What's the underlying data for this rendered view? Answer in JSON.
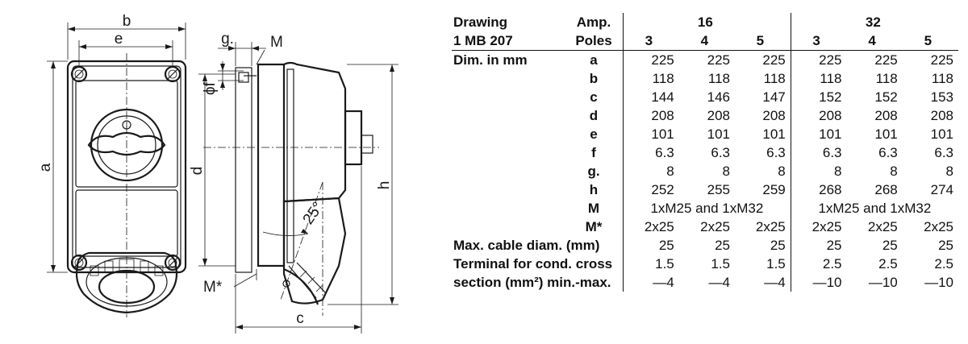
{
  "drawing": {
    "dimension_labels": {
      "a": "a",
      "b": "b",
      "c": "c",
      "d": "d",
      "e": "e",
      "f": "ϕf",
      "g": "g.",
      "h": "h",
      "M": "M",
      "M_star": "M*",
      "angle": "25°"
    }
  },
  "table": {
    "header": {
      "drawing_label": "Drawing",
      "drawing_number": "1 MB 207",
      "amp_label": "Amp.",
      "poles_label": "Poles",
      "amp_groups": [
        "16",
        "32"
      ],
      "poles": [
        "3",
        "4",
        "5",
        "3",
        "4",
        "5"
      ]
    },
    "dim_label": "Dim. in mm",
    "rows": [
      {
        "key": "a",
        "values": [
          "225",
          "225",
          "225",
          "225",
          "225",
          "225"
        ]
      },
      {
        "key": "b",
        "values": [
          "118",
          "118",
          "118",
          "118",
          "118",
          "118"
        ]
      },
      {
        "key": "c",
        "values": [
          "144",
          "146",
          "147",
          "152",
          "152",
          "153"
        ]
      },
      {
        "key": "d",
        "values": [
          "208",
          "208",
          "208",
          "208",
          "208",
          "208"
        ]
      },
      {
        "key": "e",
        "values": [
          "101",
          "101",
          "101",
          "101",
          "101",
          "101"
        ]
      },
      {
        "key": "f",
        "values": [
          "6.3",
          "6.3",
          "6.3",
          "6.3",
          "6.3",
          "6.3"
        ]
      },
      {
        "key": "g.",
        "values": [
          "8",
          "8",
          "8",
          "8",
          "8",
          "8"
        ]
      },
      {
        "key": "h",
        "values": [
          "252",
          "255",
          "259",
          "268",
          "268",
          "274"
        ]
      },
      {
        "key": "M",
        "merged": [
          "1xM25 and 1xM32",
          "1xM25 and 1xM32"
        ]
      },
      {
        "key": "M*",
        "values": [
          "2x25",
          "2x25",
          "2x25",
          "2x25",
          "2x25",
          "2x25"
        ]
      }
    ],
    "cable_row": {
      "label": "Max. cable diam. (mm)",
      "values": [
        "25",
        "25",
        "25",
        "25",
        "25",
        "25"
      ]
    },
    "terminal_row1": {
      "label": "Terminal for cond. cross",
      "values": [
        "1.5",
        "1.5",
        "1.5",
        "2.5",
        "2.5",
        "2.5"
      ]
    },
    "terminal_row2": {
      "label": "section (mm²) min.-max.",
      "values": [
        "—4",
        "—4",
        "—4",
        "—10",
        "—10",
        "—10"
      ]
    }
  }
}
